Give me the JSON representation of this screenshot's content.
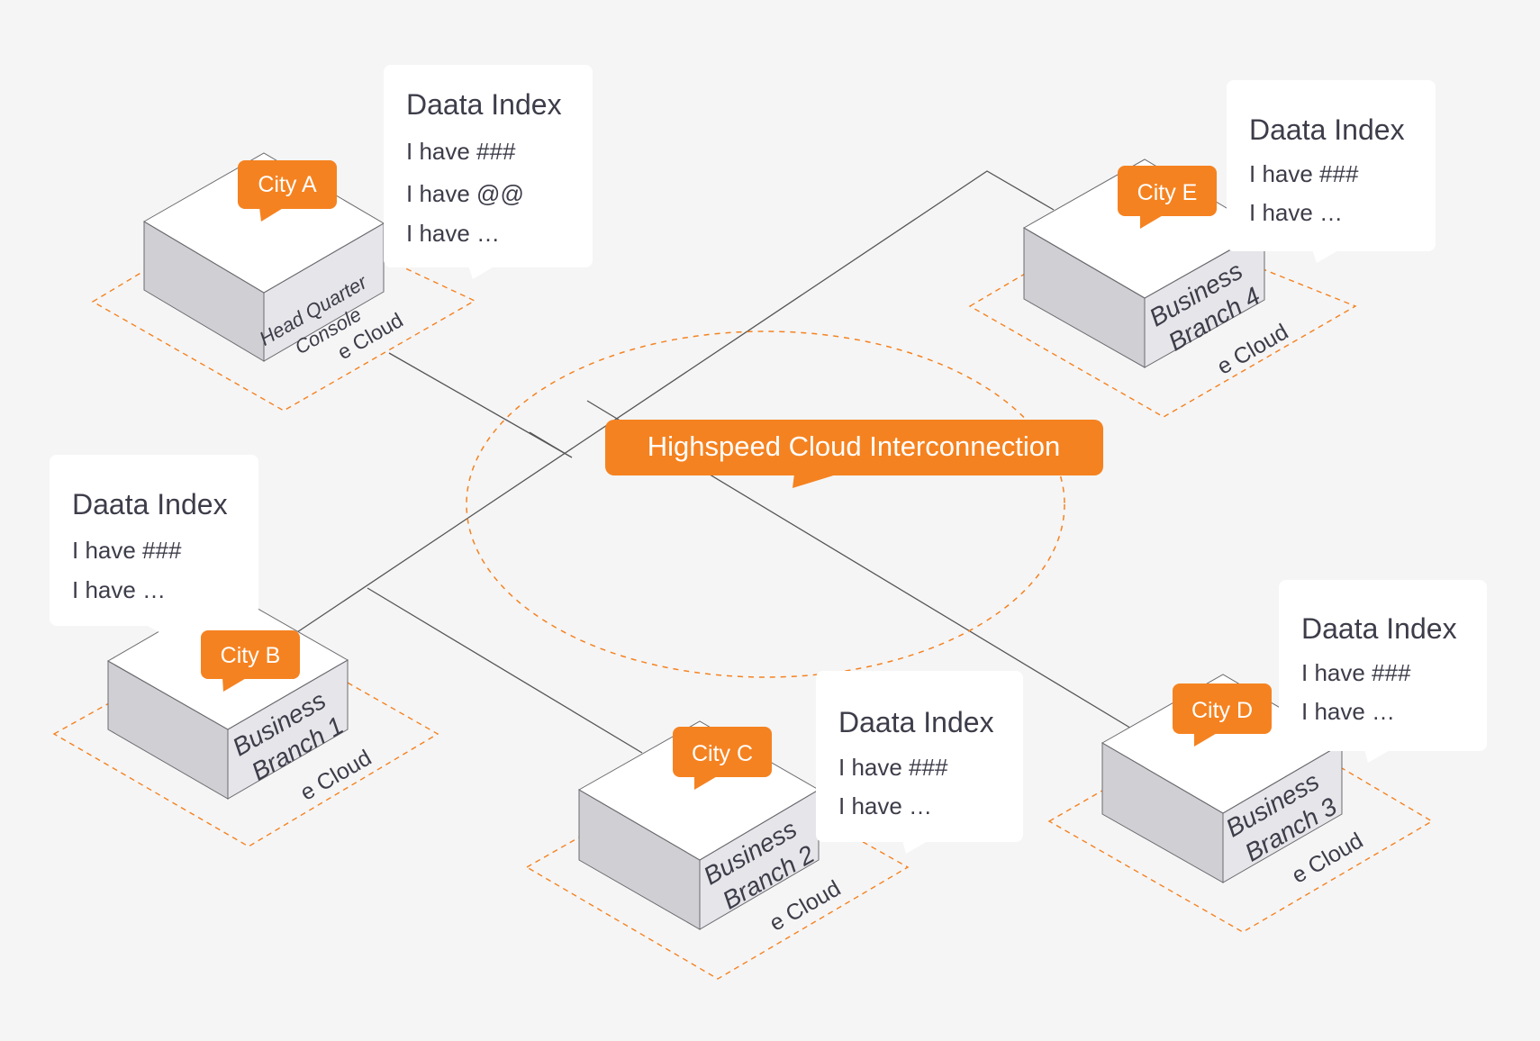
{
  "colors": {
    "accent": "#f58220",
    "background": "#f5f5f5",
    "cube_top": "#ffffff",
    "cube_left": "#d0d0d4",
    "cube_right": "#e6e6ea",
    "cube_edge": "#6b6b70",
    "line": "#555555",
    "text_dark": "#3d3d4a"
  },
  "hub": {
    "label": "Highspeed Cloud Interconnection"
  },
  "cloud_label": "e Cloud",
  "nodes": [
    {
      "id": "hq",
      "city": "City A",
      "site_line1": "Head Quarter",
      "site_line2": "Console",
      "cloud": "e Cloud",
      "index": {
        "title": "Daata Index",
        "lines": [
          "I have ###",
          "I have @@",
          "I have …"
        ]
      }
    },
    {
      "id": "branch1",
      "city": "City B",
      "site_line1": "Business",
      "site_line2": "Branch 1",
      "cloud": "e Cloud",
      "index": {
        "title": "Daata Index",
        "lines": [
          "I have ###",
          "I have …"
        ]
      }
    },
    {
      "id": "branch2",
      "city": "City C",
      "site_line1": "Business",
      "site_line2": "Branch 2",
      "cloud": "e Cloud",
      "index": {
        "title": "Daata Index",
        "lines": [
          "I have ###",
          "I have …"
        ]
      }
    },
    {
      "id": "branch3",
      "city": "City D",
      "site_line1": "Business",
      "site_line2": "Branch 3",
      "cloud": "e Cloud",
      "index": {
        "title": "Daata Index",
        "lines": [
          "I have ###",
          "I have …"
        ]
      }
    },
    {
      "id": "branch4",
      "city": "City E",
      "site_line1": "Business",
      "site_line2": "Branch 4",
      "cloud": "e Cloud",
      "index": {
        "title": "Daata Index",
        "lines": [
          "I have ###",
          "I have …"
        ]
      }
    }
  ]
}
